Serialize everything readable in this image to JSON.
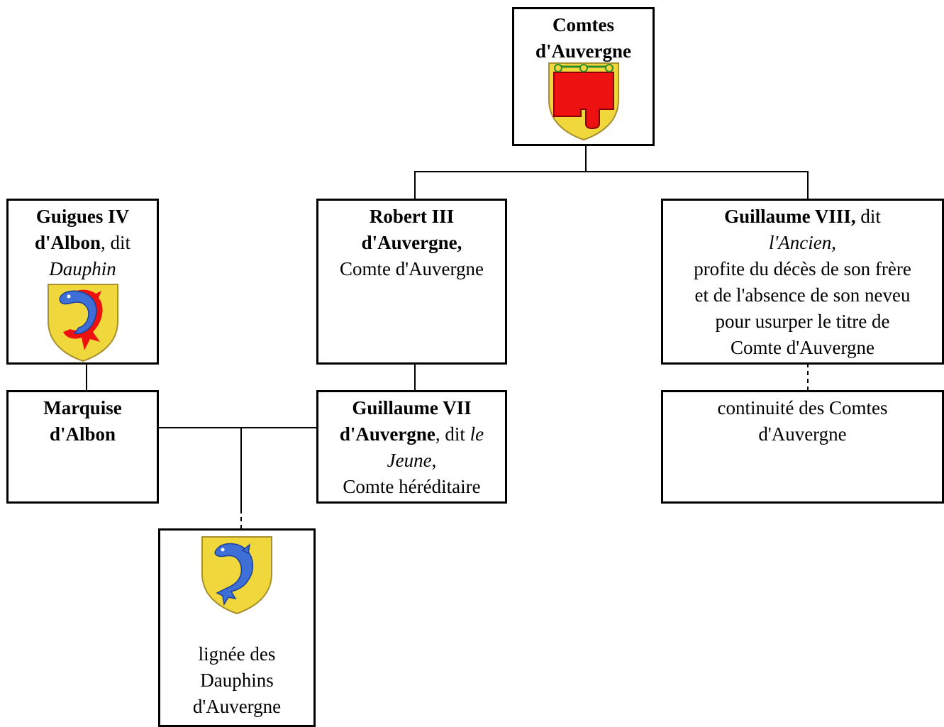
{
  "nodes": {
    "comtes": {
      "title_line1": "Comtes",
      "title_line2": "d'Auvergne",
      "shield": "auvergne-shield-icon"
    },
    "guigues": {
      "name_line1": "Guigues IV",
      "name_line2": "d'Albon",
      "suffix": ", dit",
      "epithet": "Dauphin",
      "shield": "dauphin-red-shield-icon"
    },
    "robert": {
      "name_line1": "Robert III",
      "name_line2": "d'Auvergne,",
      "title": "Comte d'Auvergne"
    },
    "guillaume8": {
      "name": "Guillaume VIII,",
      "suffix": " dit",
      "epithet": "l'Ancien",
      "comma": ",",
      "desc_line1": "profite du décès de son frère",
      "desc_line2": "et de l'absence de son neveu",
      "desc_line3": "pour usurper le titre de",
      "desc_line4": "Comte d'Auvergne"
    },
    "marquise": {
      "line1": "Marquise",
      "line2": "d'Albon"
    },
    "guillaume7": {
      "name_line1": "Guillaume VII",
      "name_line2": "d'Auvergne",
      "suffix": ", dit ",
      "epithet_part1": "le",
      "epithet_part2": "Jeune",
      "comma": ",",
      "title": "Comte héréditaire"
    },
    "continuite": {
      "line1": "continuité des Comtes",
      "line2": "d'Auvergne"
    },
    "lignee": {
      "line1": "lignée des",
      "line2": "Dauphins",
      "line3": "d'Auvergne",
      "shield": "dauphin-blue-shield-icon"
    }
  },
  "colors": {
    "gold": "#f0d83c",
    "red": "#ee1111",
    "blue": "#3d6fd6",
    "green": "#2e8b2e"
  }
}
